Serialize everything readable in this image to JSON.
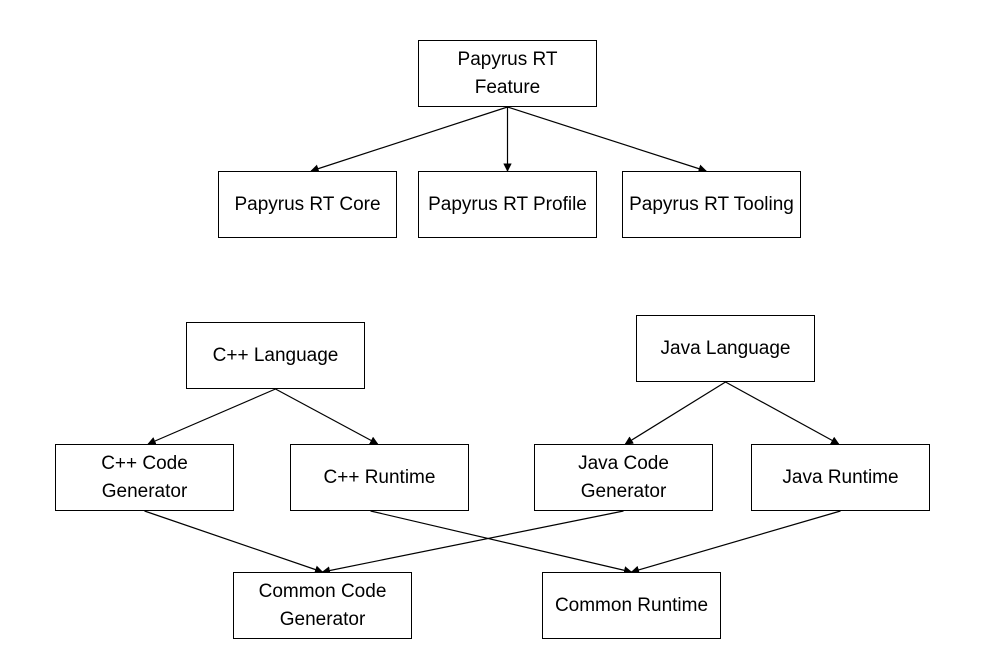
{
  "nodes": {
    "papyrus_rt_feature": "Papyrus RT Feature",
    "papyrus_rt_core": "Papyrus RT Core",
    "papyrus_rt_profile": "Papyrus RT Profile",
    "papyrus_rt_tooling": "Papyrus RT Tooling",
    "cpp_language": "C++ Language",
    "java_language": "Java Language",
    "cpp_code_generator": "C++ Code Generator",
    "cpp_runtime": "C++ Runtime",
    "java_code_generator": "Java Code Generator",
    "java_runtime": "Java Runtime",
    "common_code_generator": "Common Code Generator",
    "common_runtime": "Common Runtime"
  },
  "edges": [
    {
      "from": "papyrus_rt_feature",
      "to": "papyrus_rt_core",
      "arrow": true
    },
    {
      "from": "papyrus_rt_feature",
      "to": "papyrus_rt_profile",
      "arrow": true
    },
    {
      "from": "papyrus_rt_feature",
      "to": "papyrus_rt_tooling",
      "arrow": true
    },
    {
      "from": "cpp_language",
      "to": "cpp_code_generator",
      "arrow": true
    },
    {
      "from": "cpp_language",
      "to": "cpp_runtime",
      "arrow": true
    },
    {
      "from": "java_language",
      "to": "java_code_generator",
      "arrow": true
    },
    {
      "from": "java_language",
      "to": "java_runtime",
      "arrow": true
    },
    {
      "from": "cpp_code_generator",
      "to": "common_code_generator",
      "arrow": true
    },
    {
      "from": "java_code_generator",
      "to": "common_code_generator",
      "arrow": true
    },
    {
      "from": "cpp_runtime",
      "to": "common_runtime",
      "arrow": true
    },
    {
      "from": "java_runtime",
      "to": "common_runtime",
      "arrow": true
    }
  ],
  "colors": {
    "line": "#000000",
    "box_border": "#000000",
    "background": "#ffffff"
  }
}
